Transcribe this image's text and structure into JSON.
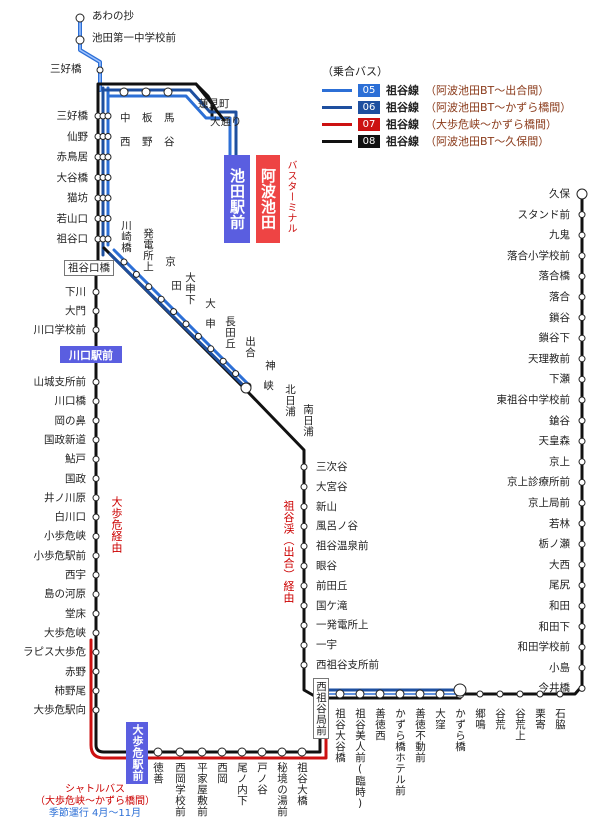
{
  "legend": {
    "heading": "（乗合バス）",
    "rows": [
      {
        "code": "05",
        "name": "祖谷線",
        "desc": "（阿波池田BT〜出合間）",
        "color": "#2c6fd6"
      },
      {
        "code": "06",
        "name": "祖谷線",
        "desc": "（阿波池田BT〜かずら橋間）",
        "color": "#1e4f9f"
      },
      {
        "code": "07",
        "name": "祖谷線",
        "desc": "（大歩危峡〜かずら橋間）",
        "color": "#cc1111"
      },
      {
        "code": "08",
        "name": "祖谷線",
        "desc": "（阿波池田BT〜久保間）",
        "color": "#111111"
      }
    ]
  },
  "places": {
    "ikeda_station": "池田駅前",
    "bus_terminal": "阿波池田",
    "bus_terminal_sub": "バスターミナル",
    "kawaguchi_station": "川口駅前",
    "oboke_station": "大歩危駅前",
    "iyaguchi_bridge": "祖谷口橋",
    "nishiiya_office": "西祖谷局前"
  },
  "stops": {
    "top": [
      "あわの抄",
      "池田第一中学校前"
    ],
    "miyoshibashi_upper": "三好橋",
    "upper_route": [
      "中",
      "板",
      "馬"
    ],
    "upper_route_b": [
      "西",
      "野",
      "谷"
    ],
    "mikado": "蓮見町",
    "odori": "大通り",
    "left_upper": [
      "三好橋",
      "仙野",
      "赤鳥居",
      "大谷橋",
      "猫坊",
      "若山口",
      "祖谷口"
    ],
    "left_lower": [
      "下川",
      "大門",
      "川口学校前"
    ],
    "left_bottom": [
      "山城支所前",
      "川口橋",
      "岡の鼻",
      "国政新道",
      "鮎戸",
      "国政",
      "井ノ川原",
      "白川口",
      "小歩危峡",
      "小歩危駅前",
      "西宇",
      "島の河原",
      "堂床",
      "大歩危峡",
      "ラピス大歩危",
      "赤野",
      "柿野尾",
      "大歩危駅向"
    ],
    "diagonal": [
      "川崎橋",
      "発電所上",
      "京",
      "田",
      "大申下",
      "大",
      "申",
      "長田丘",
      "出合",
      "神",
      "峡",
      "北日浦",
      "南日浦"
    ],
    "right_column": [
      "三次谷",
      "大宮谷",
      "新山",
      "風呂ノ谷",
      "祖谷温泉前",
      "眼谷",
      "前田丘",
      "国ケ滝",
      "一発電所上",
      "一宇",
      "西祖谷支所前"
    ],
    "bottom_row": [
      "徳善",
      "西岡学校前",
      "平家屋敷前",
      "西岡",
      "尾ノ内下",
      "戸ノ谷",
      "秘境の湯前",
      "祖谷大橋"
    ],
    "bottom_mid": [
      "祖谷大谷橋",
      "祖谷美人前(臨時)",
      "善徳西",
      "かずら橋ホテル前",
      "善徳不動前",
      "大窪",
      "かずら橋"
    ],
    "kubo_bottom": [
      "郷鳴",
      "谷荒",
      "谷荒上",
      "栗寄",
      "石脇"
    ],
    "far_right": [
      "久保",
      "スタンド前",
      "九鬼",
      "落合小学校前",
      "落合橋",
      "落合",
      "鎖谷",
      "鎖谷下",
      "天理教前",
      "下瀬",
      "東祖谷中学校前",
      "鎗谷",
      "天皇森",
      "京上",
      "京上診療所前",
      "京上局前",
      "若林",
      "栃ノ瀬",
      "大西",
      "尾尻",
      "和田",
      "和田下",
      "和田学校前",
      "小島",
      "今井橋"
    ]
  },
  "notes": {
    "oboke_via": "大歩危経由",
    "iyakei_via": "祖谷渓（出合）経由",
    "shuttle_1": "シャトルバス",
    "shuttle_2": "（大歩危峡〜かずら橋間）",
    "shuttle_3": "季節運行 4月〜11月"
  }
}
